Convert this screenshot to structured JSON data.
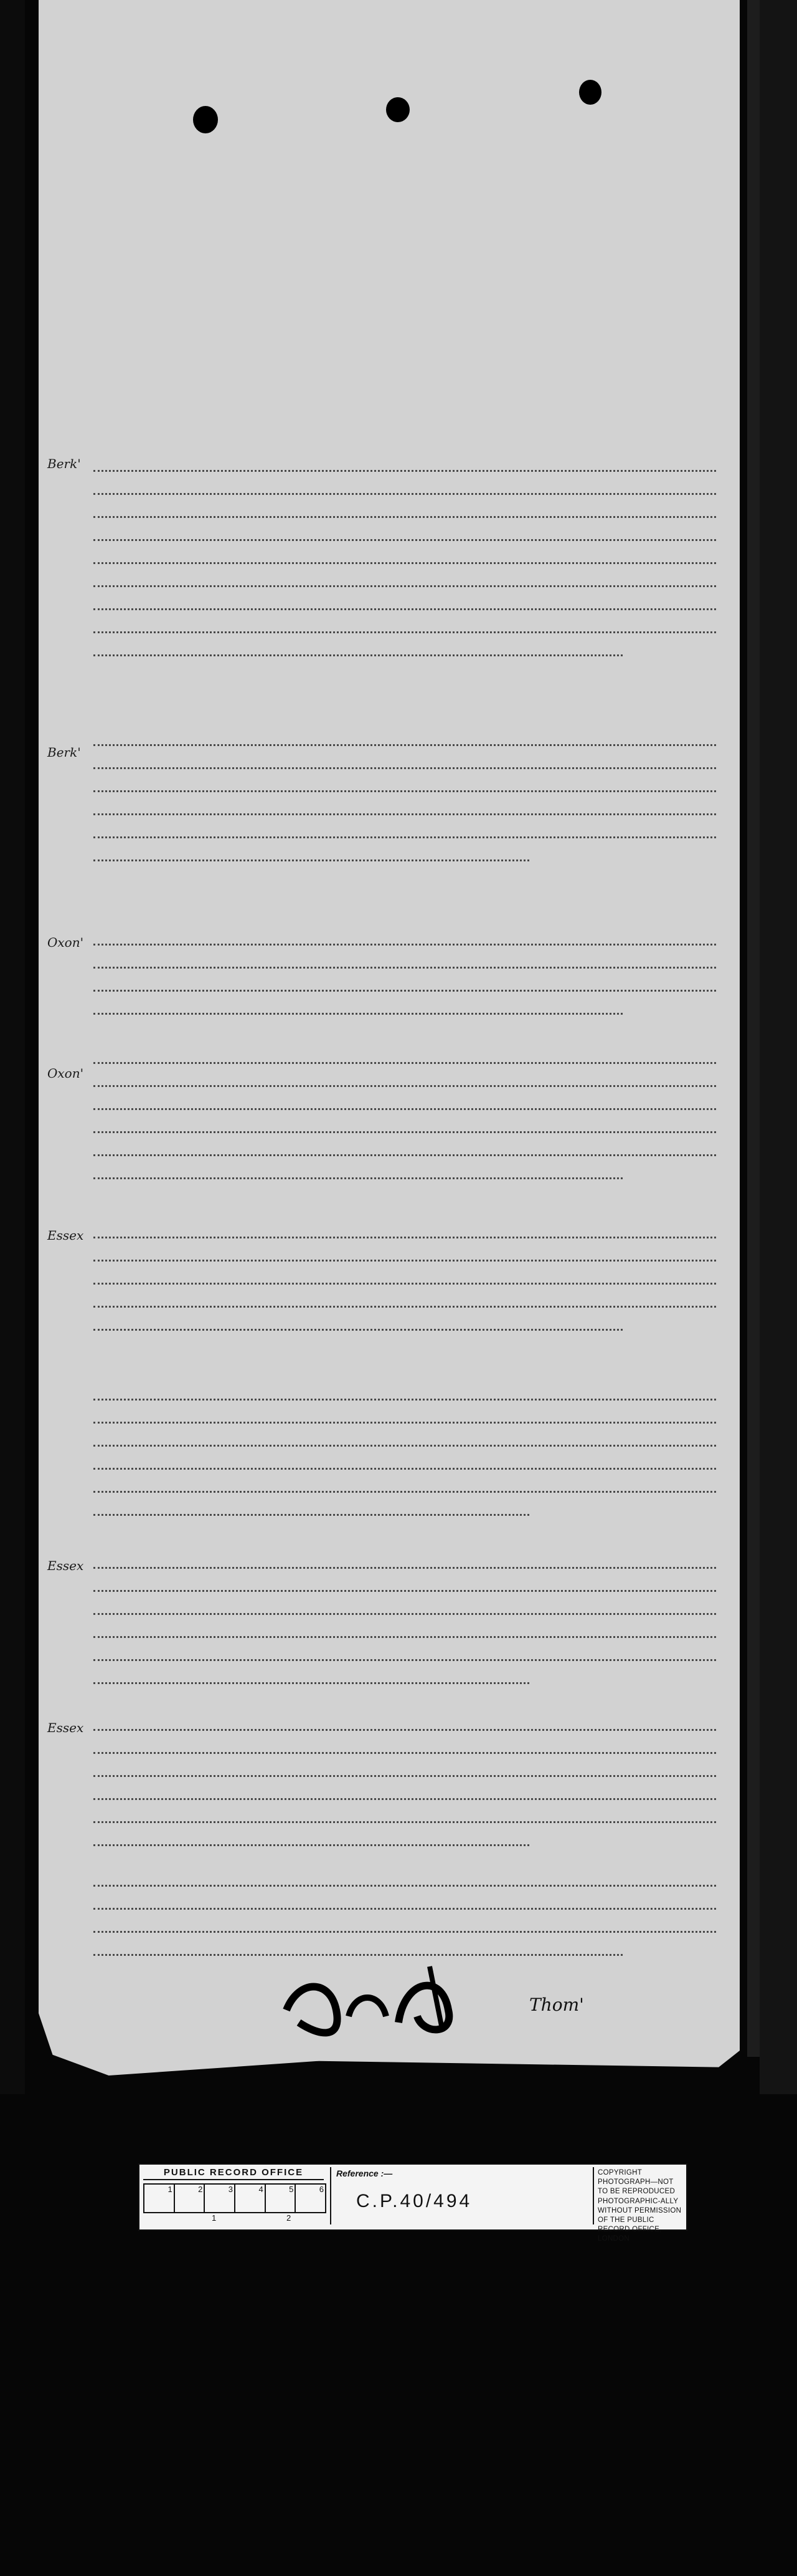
{
  "document": {
    "description_kind": "medieval plea roll membrane",
    "margin_notes": [
      "Berk'",
      "Berk'",
      "Oxon'",
      "Oxon'",
      "Essex",
      "Essex",
      "Essex"
    ],
    "signature_mark": "Thom'"
  },
  "ribbon": {
    "office": "PUBLIC RECORD OFFICE",
    "ruler_numbers": [
      "1",
      "2",
      "3",
      "4",
      "5",
      "6"
    ],
    "scale_labels": [
      "1",
      "2"
    ],
    "reference_label": "Reference :—",
    "reference_value": "C.P.40/494",
    "copyright": "COPYRIGHT PHOTOGRAPH—NOT TO BE REPRODUCED PHOTOGRAPHIC-ALLY WITHOUT PERMISSION OF THE PUBLIC RECORD OFFICE, LONDON"
  }
}
